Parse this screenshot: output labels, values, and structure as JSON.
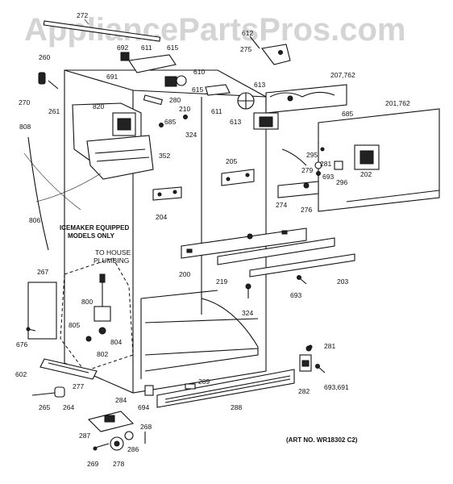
{
  "watermark": "AppliancePartsPros.com",
  "art_number": "(ART NO. WR18302 C2)",
  "notes": {
    "icemaker_line1": "ICEMAKER EQUIPPED",
    "icemaker_line2": "MODELS ONLY",
    "plumbing_line1": "TO HOUSE",
    "plumbing_line2": "PLUMBING"
  },
  "labels": {
    "p272": "272",
    "p692": "692",
    "p611a": "611",
    "p615a": "615",
    "p610": "610",
    "p615b": "615",
    "p611b": "611",
    "p613a": "613",
    "p613b": "613",
    "p612": "612",
    "p275": "275",
    "p207": "207,762",
    "p201": "201,762",
    "p685a": "685",
    "p685b": "685",
    "p260": "260",
    "p270": "270",
    "p261": "261",
    "p691a": "691",
    "p820": "820",
    "p280": "280",
    "p210": "210",
    "p324a": "324",
    "p352": "352",
    "p808": "808",
    "p295": "295",
    "p281a": "281",
    "p279": "279",
    "p693a": "693",
    "p296": "296",
    "p202": "202",
    "p205": "205",
    "p204": "204",
    "p274": "274",
    "p276": "276",
    "p806": "806",
    "p200": "200",
    "p219": "219",
    "p203": "203",
    "p267": "267",
    "p693b": "693",
    "p800": "800",
    "p805": "805",
    "p804": "804",
    "p802": "802",
    "p324b": "324",
    "p676": "676",
    "p602": "602",
    "p277": "277",
    "p281b": "281",
    "p289": "289",
    "p282": "282",
    "p693c": "693,691",
    "p265": "265",
    "p264": "264",
    "p284": "284",
    "p694": "694",
    "p288": "288",
    "p287": "287",
    "p268": "268",
    "p286": "286",
    "p269": "269",
    "p278": "278"
  }
}
